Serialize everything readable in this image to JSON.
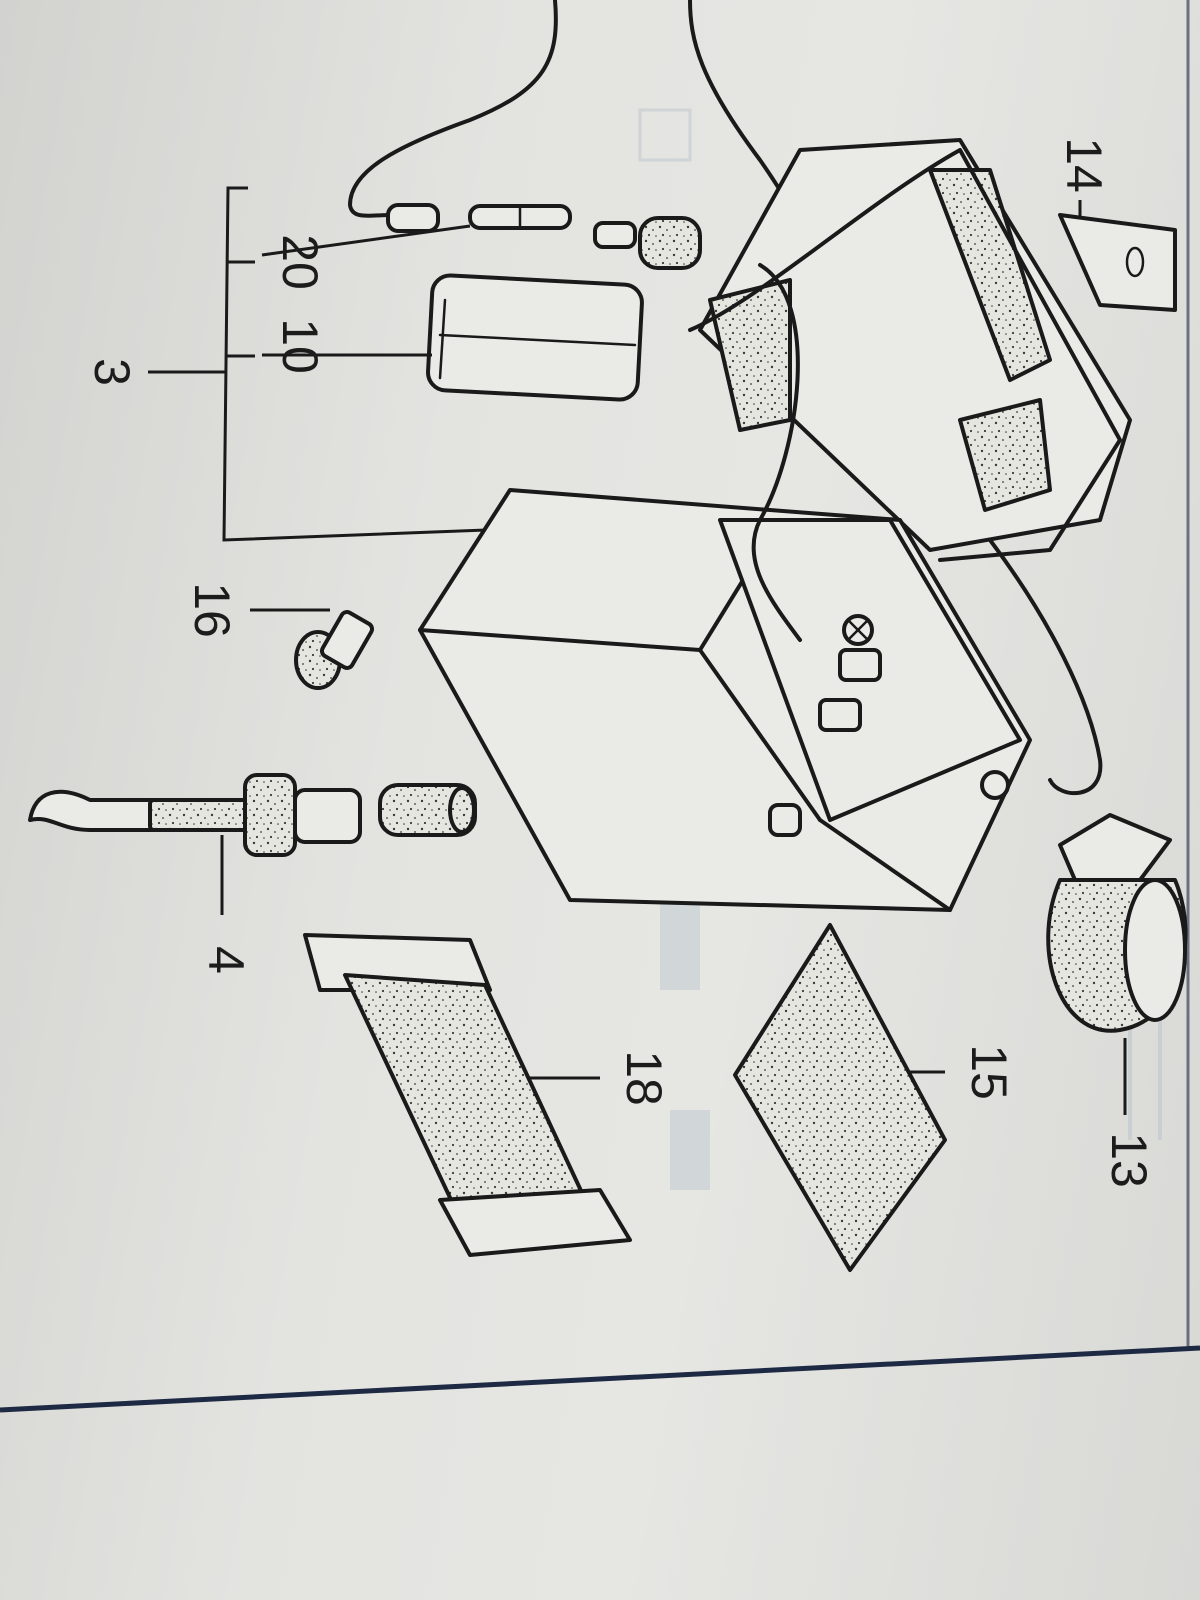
{
  "diagram": {
    "callouts": [
      {
        "id": "3",
        "label": "3"
      },
      {
        "id": "20",
        "label": "20"
      },
      {
        "id": "10",
        "label": "10"
      },
      {
        "id": "16",
        "label": "16"
      },
      {
        "id": "4",
        "label": "4"
      },
      {
        "id": "18",
        "label": "18"
      },
      {
        "id": "15",
        "label": "15"
      },
      {
        "id": "13",
        "label": "13"
      },
      {
        "id": "14",
        "label": "14"
      }
    ],
    "colors": {
      "paper": "#e3e3e0",
      "ink": "#1a1a1a",
      "frame_border": "#1e2a44",
      "bleed_through": "#b9c4cc"
    }
  }
}
